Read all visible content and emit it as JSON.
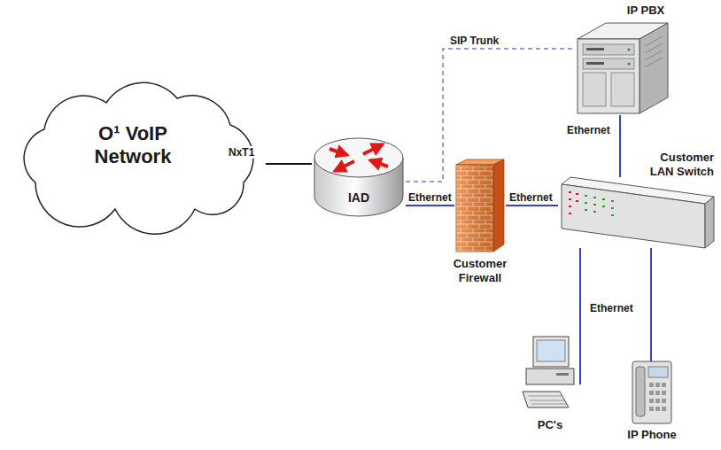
{
  "diagram": {
    "nodes": [
      {
        "text": [
          "O¹ VoIP Network"
        ]
      },
      {
        "text": [
          "IAD"
        ]
      },
      {
        "text": [
          "Customer Firewall"
        ]
      },
      {
        "text": [
          "IP PBX"
        ]
      },
      {
        "text": [
          "Customer LAN Switch"
        ]
      },
      {
        "text": [
          "PC's"
        ]
      },
      {
        "text": [
          "IP Phone"
        ]
      }
    ],
    "edges": [
      {
        "from": 0,
        "to": 1,
        "arrow": "none",
        "label": "NxT1"
      },
      {
        "from": 1,
        "to": 2,
        "arrow": "none",
        "label": "Ethernet"
      },
      {
        "from": 2,
        "to": 4,
        "arrow": "none",
        "label": "Ethernet"
      },
      {
        "from": 1,
        "to": 3,
        "arrow": "none",
        "label": "SIP Trunk"
      },
      {
        "from": 3,
        "to": 4,
        "arrow": "none",
        "label": "Ethernet"
      },
      {
        "from": 4,
        "to": 5,
        "arrow": "none",
        "label": "Ethernet"
      },
      {
        "from": 4,
        "to": 6,
        "arrow": "none"
      }
    ]
  }
}
